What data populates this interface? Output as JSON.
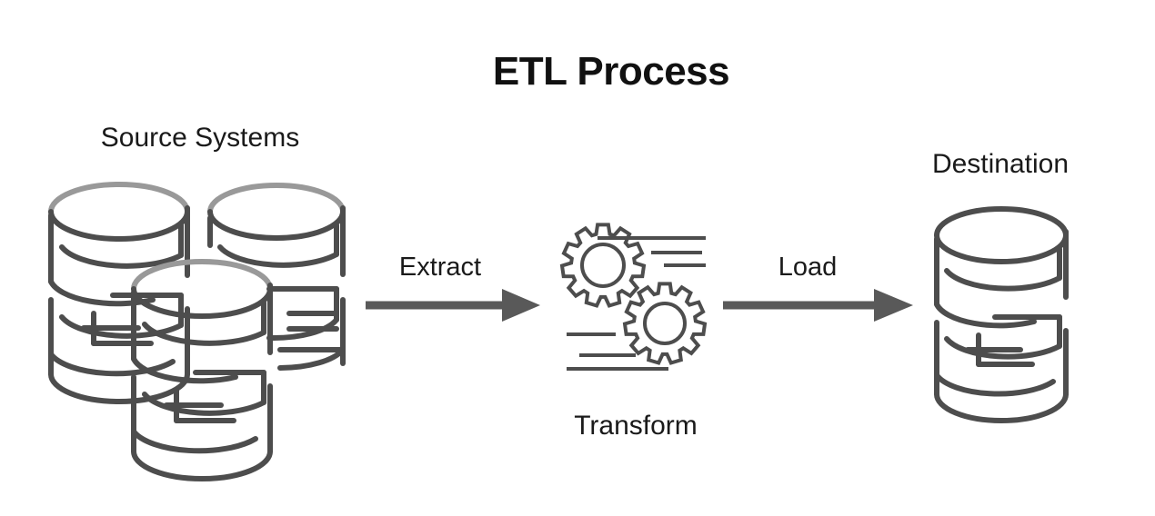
{
  "title": "ETL Process",
  "background_color": "#ffffff",
  "colors": {
    "title": "#111111",
    "label": "#1a1a1a",
    "icon_dark": "#4d4d4d",
    "icon_light": "#999999",
    "arrow": "#595959"
  },
  "nodes": [
    {
      "id": "source",
      "label": "Source Systems",
      "icon": "database-stack-icon",
      "icon_count": 3
    },
    {
      "id": "transform",
      "label": "Transform",
      "icon": "gears-icon",
      "label_position": "below"
    },
    {
      "id": "destination",
      "label": "Destination",
      "icon": "database-icon",
      "icon_count": 1
    }
  ],
  "edges": [
    {
      "id": "extract",
      "label": "Extract",
      "from": "source",
      "to": "transform"
    },
    {
      "id": "load",
      "label": "Load",
      "from": "transform",
      "to": "destination"
    }
  ]
}
